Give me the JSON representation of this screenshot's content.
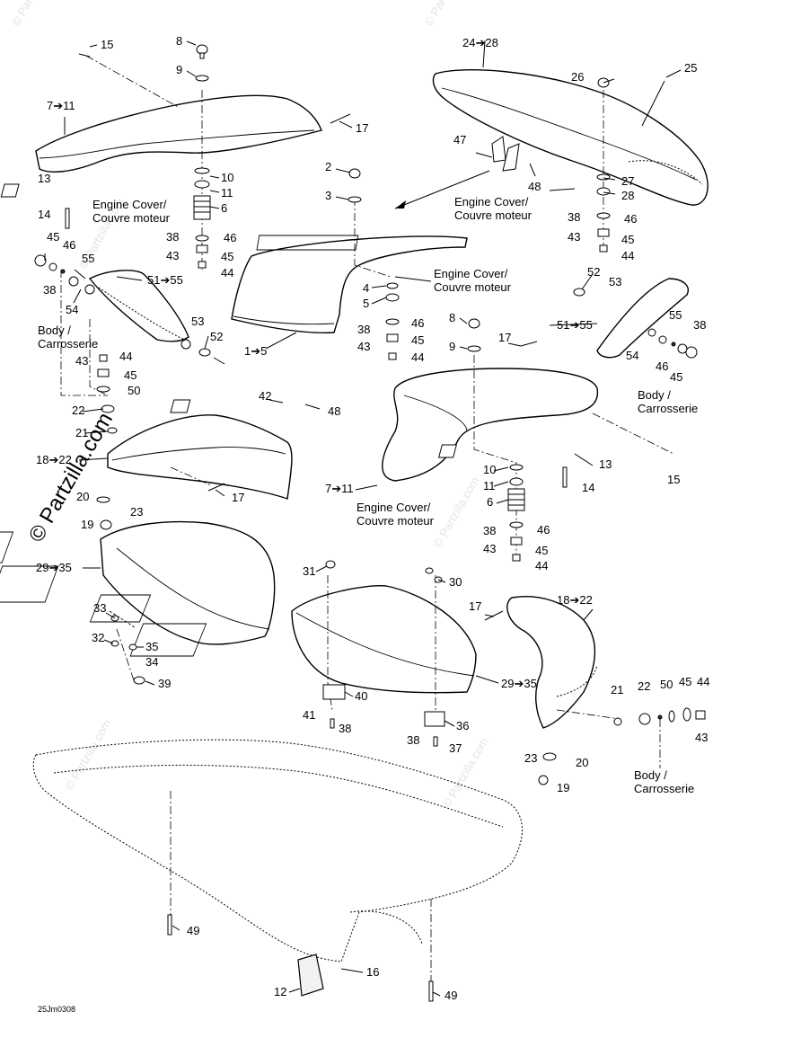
{
  "labels": {
    "l15a": "15",
    "l8a": "8",
    "l9a": "9",
    "l7_11a": "7➔11",
    "l17a": "17",
    "l13a": "13",
    "l14a": "14",
    "l45a": "45",
    "l46a": "46",
    "l38a": "38",
    "l55a": "55",
    "l54a": "54",
    "l51_55a": "51➔55",
    "l53a": "53",
    "l52a": "52",
    "l10a": "10",
    "l11a": "11",
    "l6a": "6",
    "l46b": "46",
    "l38b": "38",
    "l45b": "45",
    "l43b": "43",
    "l44b": "44",
    "l24_28": "24➔28",
    "l26": "26",
    "l25": "25",
    "l47": "47",
    "l48a": "48",
    "l27": "27",
    "l28": "28",
    "l38c": "38",
    "l46c": "46",
    "l43c": "43",
    "l45c": "45",
    "l44c": "44",
    "l2": "2",
    "l3": "3",
    "l4": "4",
    "l5": "5",
    "l46d": "46",
    "l38d": "38",
    "l45d": "45",
    "l43d": "43",
    "l44d": "44",
    "l1_5": "1➔5",
    "l52b": "52",
    "l53b": "53",
    "l51_55b": "51➔55",
    "l55b": "55",
    "l38e": "38",
    "l54b": "54",
    "l46e": "46",
    "l45e": "45",
    "l43f": "43",
    "l44f": "44",
    "l45f": "45",
    "l50a": "50",
    "l22a": "22",
    "l21a": "21",
    "l42": "42",
    "l48b": "48",
    "l18_22a": "18➔22",
    "l20a": "20",
    "l19a": "19",
    "l23a": "23",
    "l17b": "17",
    "l8b": "8",
    "l9b": "9",
    "l17c": "17",
    "l7_11b": "7➔11",
    "l13b": "13",
    "l15b": "15",
    "l14b": "14",
    "l10b": "10",
    "l11b": "11",
    "l6b": "6",
    "l46f": "46",
    "l38f": "38",
    "l45g": "45",
    "l43g": "43",
    "l44g": "44",
    "l29_35a": "29➔35",
    "l33": "33",
    "l32": "32",
    "l35": "35",
    "l34": "34",
    "l39": "39",
    "l31": "31",
    "l30": "30",
    "l29_35b": "29➔35",
    "l40": "40",
    "l41": "41",
    "l38g": "38",
    "l36": "36",
    "l38h": "38",
    "l37": "37",
    "l17d": "17",
    "l18_22b": "18➔22",
    "l21b": "21",
    "l22b": "22",
    "l50b": "50",
    "l45h": "45",
    "l44h": "44",
    "l43h": "43",
    "l23b": "23",
    "l20b": "20",
    "l19b": "19",
    "l49a": "49",
    "l16": "16",
    "l12": "12",
    "l49b": "49"
  },
  "notes": {
    "engine_cover_1a": "Engine Cover/",
    "engine_cover_1b": "Couvre moteur",
    "engine_cover_2a": "Engine Cover/",
    "engine_cover_2b": "Couvre moteur",
    "engine_cover_3a": "Engine Cover/",
    "engine_cover_3b": "Couvre moteur",
    "engine_cover_4a": "Engine Cover/",
    "engine_cover_4b": "Couvre moteur",
    "body_1a": "Body /",
    "body_1b": "Carrosserie",
    "body_2a": "Body /",
    "body_2b": "Carrosserie",
    "body_3a": "Body /",
    "body_3b": "Carrosserie"
  },
  "watermark": {
    "site": "© Partzilla.com",
    "faint": "© Partzilla.com"
  },
  "diagram_code": "25Jm0308"
}
